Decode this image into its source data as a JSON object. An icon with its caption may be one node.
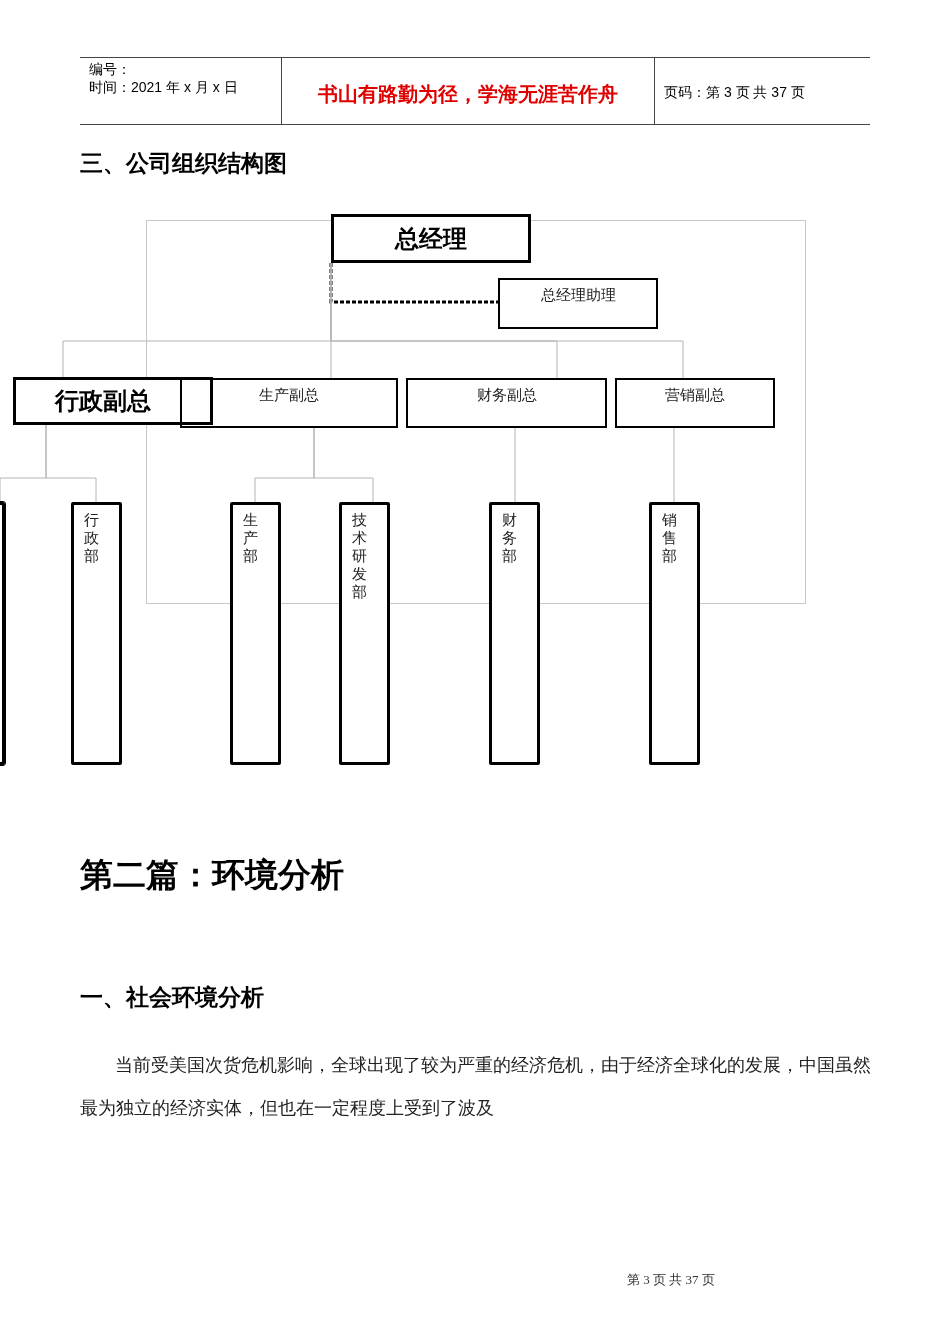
{
  "diagram": {
    "title": "三、公司组织结构图",
    "nodes": [
      {
        "text": [
          "总经理"
        ]
      },
      {
        "text": [
          "总经理助理"
        ]
      },
      {
        "text": [
          "行政副总"
        ]
      },
      {
        "text": [
          "生产副总"
        ]
      },
      {
        "text": [
          "财务副总"
        ]
      },
      {
        "text": [
          "营销副总"
        ]
      },
      {
        "text": [],
        "shape": "box"
      },
      {
        "text": [
          "行政部"
        ]
      },
      {
        "text": [
          "生产部"
        ]
      },
      {
        "text": [
          "技术研发部"
        ]
      },
      {
        "text": [
          "财务部"
        ]
      },
      {
        "text": [
          "销售部"
        ]
      }
    ],
    "edges": [
      {
        "from": 0,
        "to": 1,
        "arrow": "none",
        "style": "dashed",
        "color": "#000000"
      },
      {
        "from": 0,
        "to": 2,
        "arrow": "none"
      },
      {
        "from": 0,
        "to": 3,
        "arrow": "none"
      },
      {
        "from": 0,
        "to": 4,
        "arrow": "none"
      },
      {
        "from": 0,
        "to": 5,
        "arrow": "none"
      },
      {
        "from": 2,
        "to": 6,
        "arrow": "none"
      },
      {
        "from": 2,
        "to": 7,
        "arrow": "none"
      },
      {
        "from": 3,
        "to": 8,
        "arrow": "none"
      },
      {
        "from": 3,
        "to": 9,
        "arrow": "none"
      },
      {
        "from": 4,
        "to": 10,
        "arrow": "none"
      },
      {
        "from": 5,
        "to": 11,
        "arrow": "none"
      }
    ],
    "labels": [
      "编号：",
      "时间：2021 年 x 月 x 日",
      "书山有路勤为径，学海无涯苦作舟",
      "页码：第 3 页 共 37 页",
      "第二篇：环境分析",
      "一、社会环境分析",
      "当前受美国次货危机影响，全球出现了较为严重的经济危机，由于经济全球化的发展，中国虽然最为独立的经济实体，但也在一定程度上受到了波及",
      "第 3 页 共 37 页"
    ]
  }
}
